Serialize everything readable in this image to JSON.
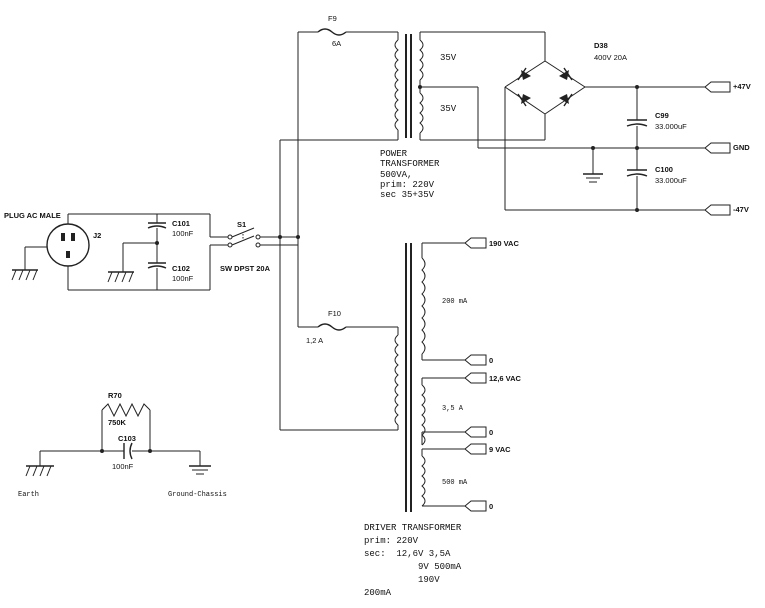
{
  "mains": {
    "plug_label": "PLUG AC MALE",
    "plug_ref": "J2",
    "c101_ref": "C101",
    "c101_val": "100nF",
    "c102_ref": "C102",
    "c102_val": "100nF",
    "switch_ref": "S1",
    "switch_val": "SW DPST 20A"
  },
  "power": {
    "fuse_ref": "F9",
    "fuse_val": "6A",
    "sec1": "35V",
    "sec2": "35V",
    "bridge_ref": "D38",
    "bridge_val": "400V 20A",
    "c99_ref": "C99",
    "c99_val": "33.000uF",
    "c100_ref": "C100",
    "c100_val": "33.000uF",
    "out_pos": "+47V",
    "out_gnd": "GND",
    "out_neg": "-47V",
    "title_lines": [
      "POWER",
      "TRANSFORMER",
      "500VA,",
      "prim: 220V",
      "sec 35+35V"
    ]
  },
  "driver": {
    "fuse_ref": "F10",
    "fuse_val": "1,2 A",
    "w1_hi": "190 VAC",
    "w1_cur": "200 mA",
    "w1_lo": "0",
    "w2_hi": "12,6 VAC",
    "w2_cur": "3,5 A",
    "w2_lo": "0",
    "w3_hi": "9 VAC",
    "w3_cur": "500 mA",
    "w3_lo": "0",
    "title": "DRIVER TRANSFORMER",
    "prim": "prim: 220V",
    "sec1": "sec:  12,6V 3,5A",
    "sec2": "9V 500mA",
    "sec3": "190V",
    "sec4": "200mA"
  },
  "ground": {
    "r70_ref": "R70",
    "r70_val": "750K",
    "c103_ref": "C103",
    "c103_val": "100nF",
    "earth": "Earth",
    "chassis": "Ground-Chassis"
  }
}
